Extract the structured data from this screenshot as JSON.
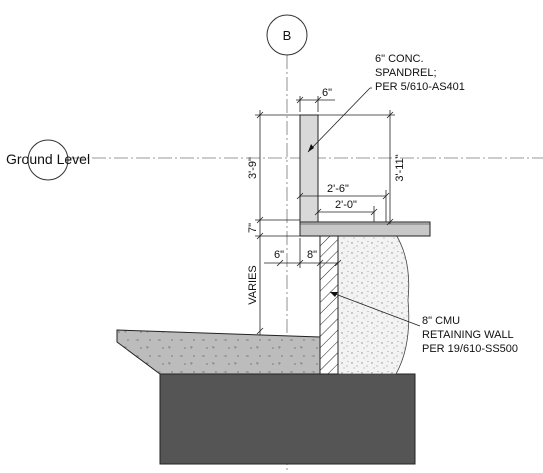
{
  "grid": {
    "column_label": "B",
    "level_label": "Ground Level"
  },
  "notes": {
    "spandrel": [
      "6\" CONC.",
      "SPANDREL;",
      "PER 5/610-AS401"
    ],
    "cmu": [
      "8\" CMU",
      "RETAINING WALL",
      "PER 19/610-SS500"
    ]
  },
  "dimensions": {
    "spandrel_thickness": "6\"",
    "left_height": "3'-9\"",
    "right_height": "3'-11\"",
    "slab_length_outer": "2'-6\"",
    "slab_length_inner": "2'-0\"",
    "slab_thickness": "7\"",
    "offset_left": "6\"",
    "cmu_thickness": "8\"",
    "wall_height": "VARIES"
  },
  "colors": {
    "line": "#1a1a1a",
    "concrete_light": "#d9d9d9",
    "slab": "#c8c8c8",
    "ground_slab": "#b8b8b8",
    "footing": "#555555",
    "gravel": "#efefef"
  }
}
